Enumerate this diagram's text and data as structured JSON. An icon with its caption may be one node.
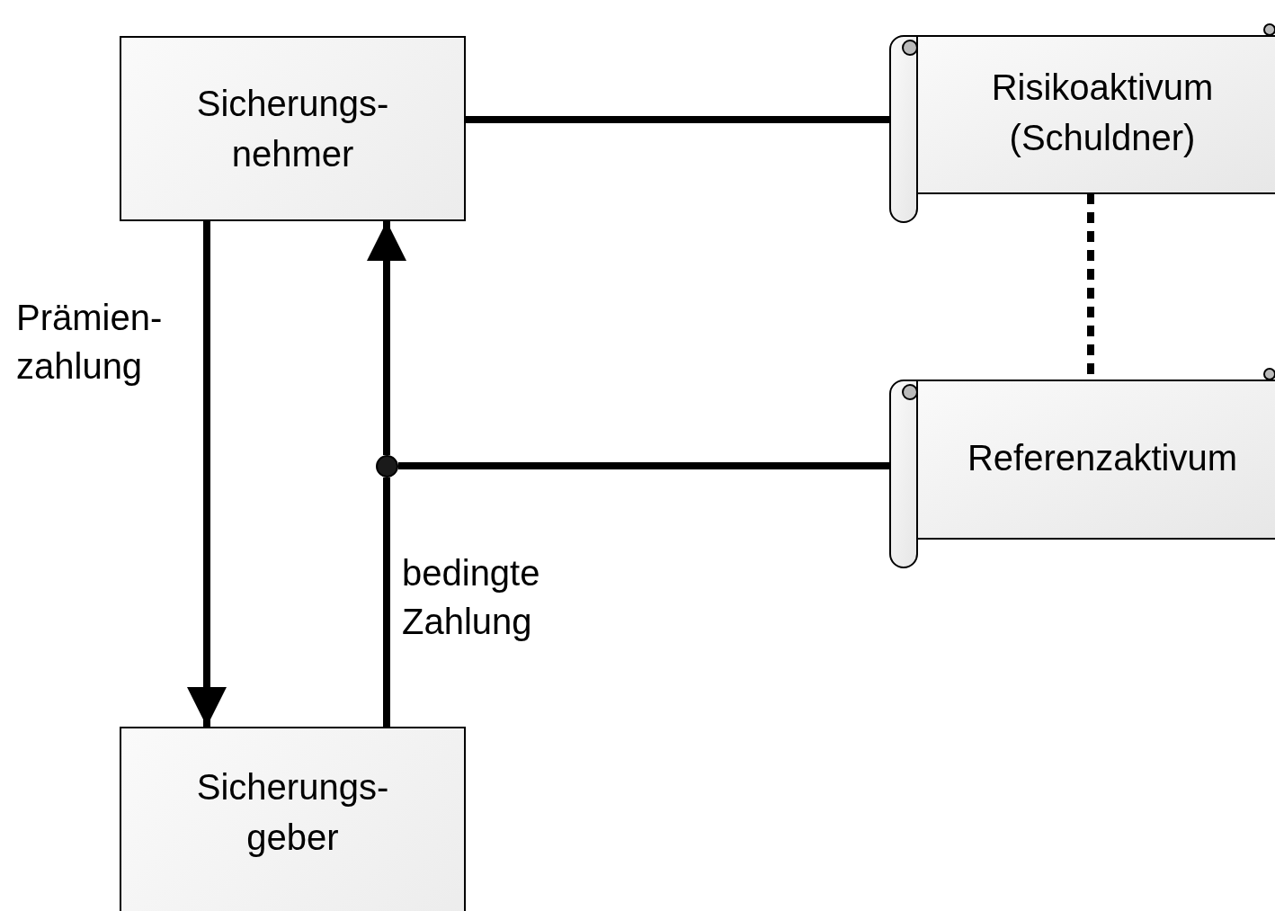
{
  "diagram": {
    "nodes": [
      {
        "text": [
          "Sicherungs- nehmer"
        ]
      },
      {
        "text": [
          "Risikoaktivum (Schuldner)"
        ]
      },
      {
        "text": [
          "Referenzaktivum"
        ]
      },
      {
        "text": [
          "Sicherungs- geber"
        ]
      },
      {
        "text": [],
        "shape": "circle"
      }
    ],
    "edges": [
      {
        "from": 0,
        "to": 1,
        "arrow": "none"
      },
      {
        "from": 0,
        "to": 3,
        "arrow": "to",
        "label": "Prämien- zahlung"
      },
      {
        "from": 3,
        "to": 4,
        "arrow": "none",
        "label": "bedingte Zahlung"
      },
      {
        "from": 4,
        "to": 0,
        "arrow": "to"
      },
      {
        "from": 2,
        "to": 4,
        "arrow": "none"
      },
      {
        "from": 1,
        "to": 2,
        "arrow": "none",
        "style": "dashed"
      }
    ]
  }
}
